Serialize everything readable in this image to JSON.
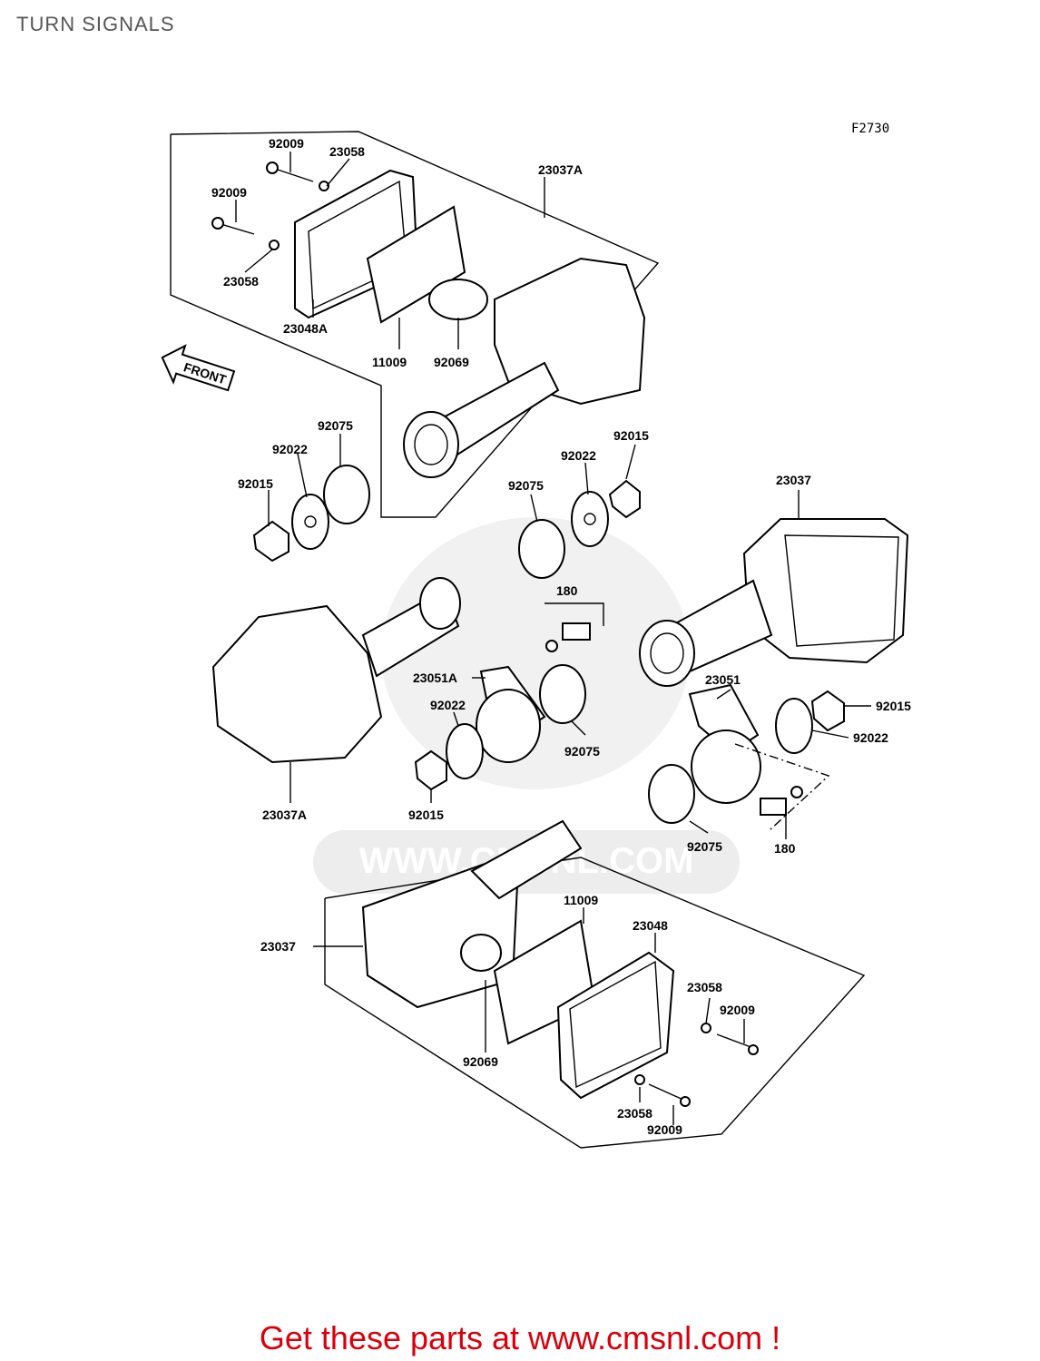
{
  "title": "TURN SIGNALS",
  "figure_code": "F2730",
  "watermark_text": "WWW.CMSNL.COM",
  "front_arrow_label": "FRONT",
  "call_to_action": "Get these parts at www.cmsnl.com !",
  "labels": {
    "l92009_a": "92009",
    "l23058_a": "23058",
    "l92009_b": "92009",
    "l23058_b": "23058",
    "l23048A": "23048A",
    "l11009_a": "11009",
    "l92069_a": "92069",
    "l23037A_top": "23037A",
    "l92075_a": "92075",
    "l92022_a": "92022",
    "l92015_a": "92015",
    "l92022_b": "92022",
    "l92015_b": "92015",
    "l92075_b": "92075",
    "l23037_right": "23037",
    "l180_a": "180",
    "l23051A": "23051A",
    "l92022_c": "92022",
    "l92075_c": "92075",
    "l92015_c": "92015",
    "l23037A_left": "23037A",
    "l23051": "23051",
    "l92015_d": "92015",
    "l92022_d": "92022",
    "l92075_d": "92075",
    "l180_b": "180",
    "l11009_b": "11009",
    "l23048": "23048",
    "l23037_bottom": "23037",
    "l23058_c": "23058",
    "l92009_c": "92009",
    "l92069_b": "92069",
    "l23058_d": "23058",
    "l92009_d": "92009"
  }
}
